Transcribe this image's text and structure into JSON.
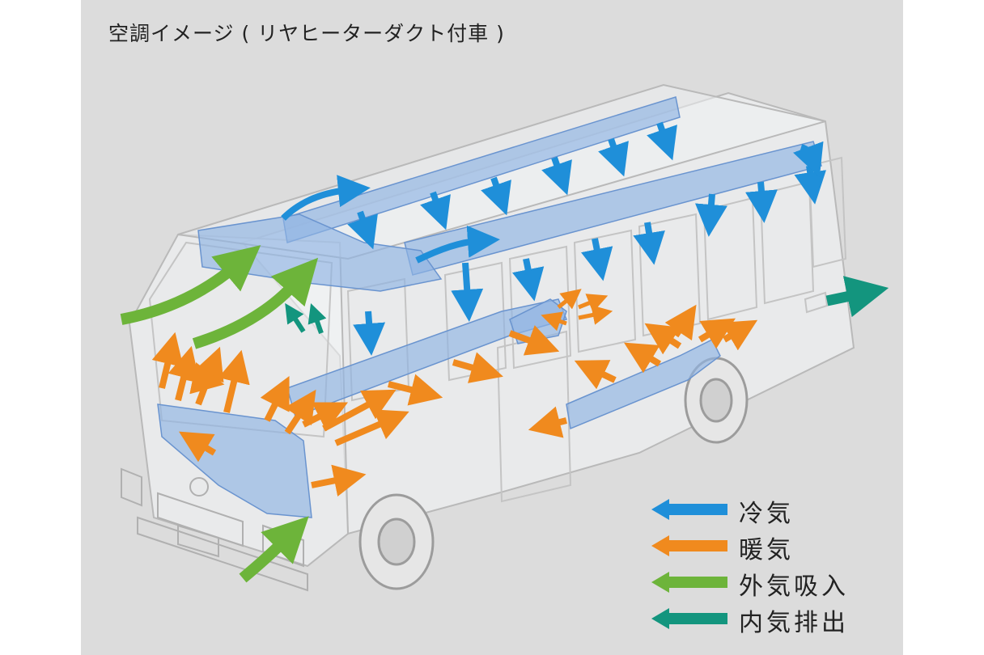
{
  "title": "空調イメージ ( リヤヒーターダクト付車 )",
  "legend": [
    {
      "label": "冷気",
      "color": "#1f8fd9",
      "icon": "arrow-left-icon"
    },
    {
      "label": "暖気",
      "color": "#f08a1e",
      "icon": "arrow-left-icon"
    },
    {
      "label": "外気吸入",
      "color": "#6db43a",
      "icon": "arrow-left-icon"
    },
    {
      "label": "内気排出",
      "color": "#13957e",
      "icon": "arrow-left-icon"
    }
  ],
  "colors": {
    "background": "#dcdcdc",
    "duct": "#8fb4e4",
    "bus_outline": "#b9b9b9"
  }
}
